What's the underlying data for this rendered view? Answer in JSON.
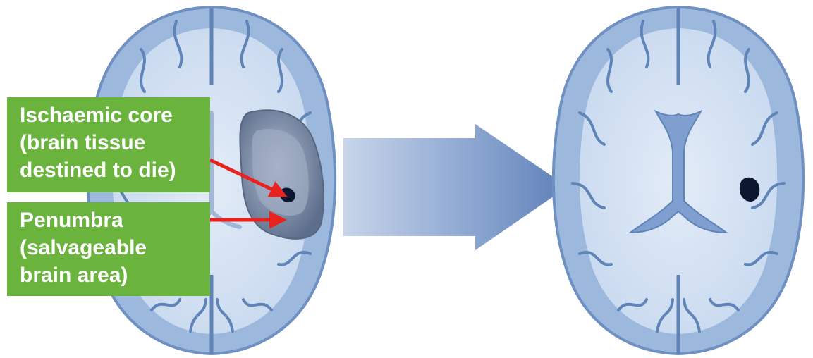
{
  "labels": {
    "core": {
      "lines": [
        "Ischaemic core",
        "(brain tissue",
        "destined to die)"
      ]
    },
    "penumbra": {
      "lines": [
        "Penumbra",
        "(salvageable",
        "brain area)"
      ]
    }
  },
  "colors": {
    "label_background": "#6ab43e",
    "label_text": "#ffffff",
    "pointer_arrow": "#e8231f",
    "brain_fill": "#dce8f6",
    "brain_outline": "#8fb0d8",
    "gyri_dark": "#5f84b8",
    "white_matter": "#cfdcf0",
    "transition_arrow": "#7c9ac8",
    "penumbra_region": "#8597b2",
    "infarct_core": "#0d1730"
  },
  "icons": {
    "left_brain": "brain-axial-acute-icon",
    "right_brain": "brain-axial-outcome-icon",
    "transition_arrow": "right-arrow-icon"
  }
}
